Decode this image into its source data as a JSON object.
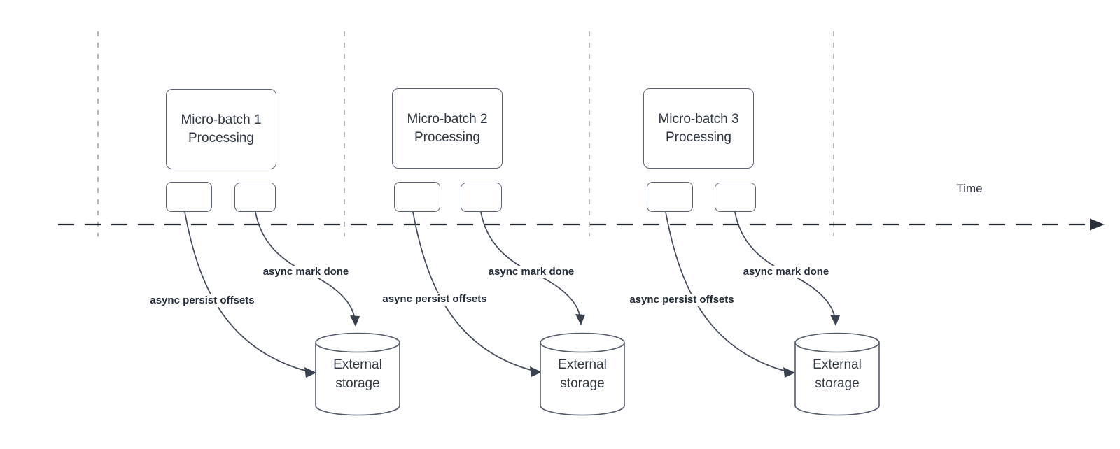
{
  "diagram": {
    "description": "Micro-batch stream processing timeline with asynchronous progress tracking to external storage",
    "timeline": {
      "label": "Time"
    },
    "batches": [
      {
        "title_line1": "Micro-batch 1",
        "title_line2": "Processing",
        "persist_label": "async persist offsets",
        "done_label": "async mark done",
        "storage_line1": "External",
        "storage_line2": "storage"
      },
      {
        "title_line1": "Micro-batch 2",
        "title_line2": "Processing",
        "persist_label": "async persist offsets",
        "done_label": "async mark done",
        "storage_line1": "External",
        "storage_line2": "storage"
      },
      {
        "title_line1": "Micro-batch 3",
        "title_line2": "Processing",
        "persist_label": "async persist offsets",
        "done_label": "async mark done",
        "storage_line1": "External",
        "storage_line2": "storage"
      }
    ],
    "colors": {
      "background": "#ffffff",
      "shape_stroke": "#5c6373",
      "connector_stroke": "#424b5a",
      "timeline_stroke": "#1f242c",
      "guide_stroke": "#b5b8bc",
      "text": "#2f3744",
      "label_text": "#232c3a"
    }
  }
}
